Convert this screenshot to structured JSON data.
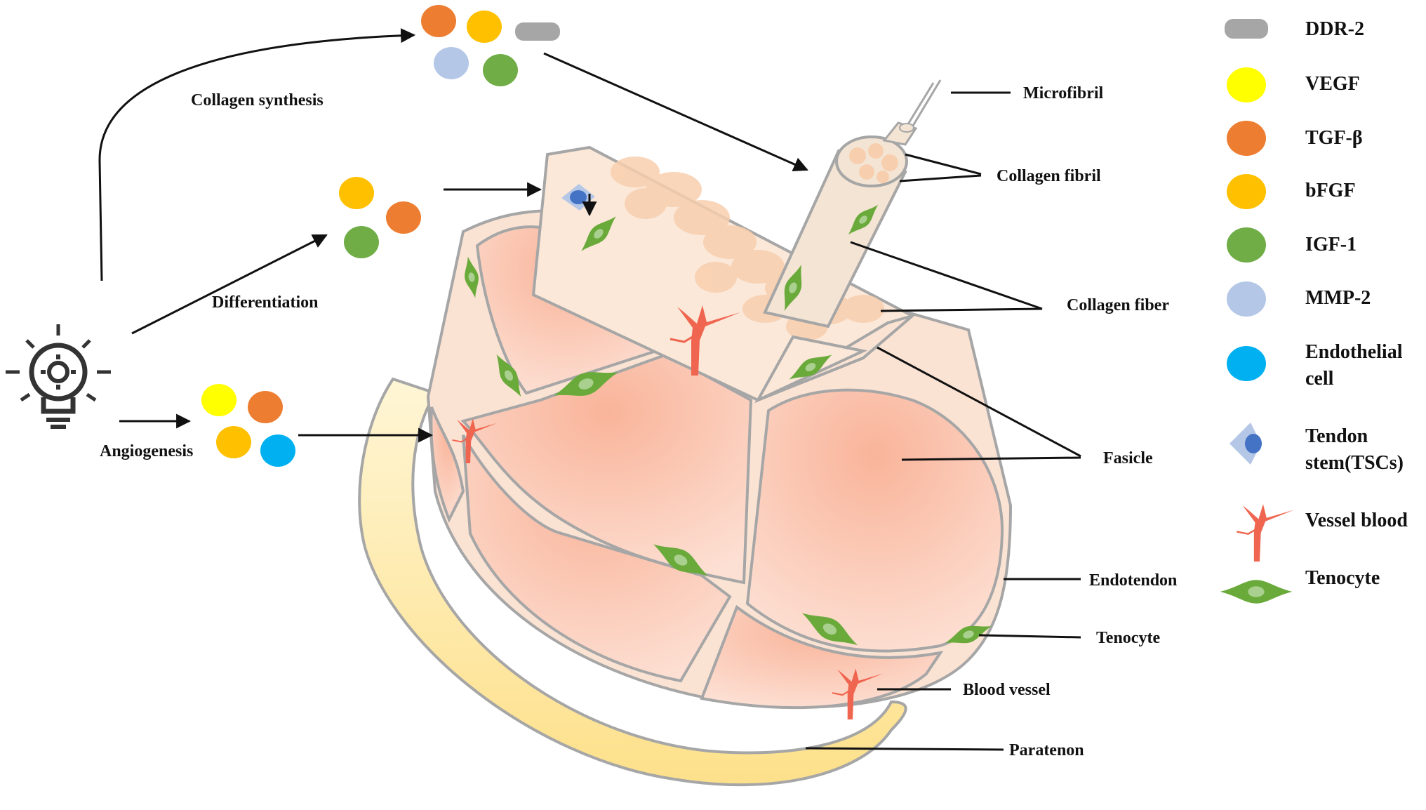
{
  "process_labels": {
    "collagen_synthesis": "Collagen synthesis",
    "differentiation": "Differentiation",
    "angiogenesis": "Angiogenesis"
  },
  "structure_labels": {
    "microfibril": "Microfibril",
    "collagen_fibril": "Collagen fibril",
    "collagen_fiber": "Collagen fiber",
    "fasicle": "Fasicle",
    "endotendon": "Endotendon",
    "tenocyte": "Tenocyte",
    "blood_vessel": "Blood vessel",
    "paratenon": "Paratenon"
  },
  "legend": {
    "items": [
      {
        "label": "DDR-2",
        "symbol": "pill",
        "color": "#a6a6a6"
      },
      {
        "label": "VEGF",
        "symbol": "circle",
        "color": "#ffff00"
      },
      {
        "label": "TGF-β",
        "symbol": "circle",
        "color": "#ed7d31"
      },
      {
        "label": "bFGF",
        "symbol": "circle",
        "color": "#ffc000"
      },
      {
        "label": "IGF-1",
        "symbol": "circle",
        "color": "#70ad47"
      },
      {
        "label": "MMP-2",
        "symbol": "circle",
        "color": "#b4c7e7"
      },
      {
        "label": "Endothelial",
        "label2": "cell",
        "symbol": "circle",
        "color": "#00b0f0"
      },
      {
        "label": "Tendon",
        "label2": "stem(TSCs)",
        "symbol": "stem-cell",
        "color": "#4472c4"
      },
      {
        "label": "Vessel blood",
        "symbol": "vessel",
        "color": "#f0654f"
      },
      {
        "label": "Tenocyte",
        "symbol": "tenocyte",
        "color": "#6aaa3a"
      }
    ]
  },
  "colors": {
    "fascicle_fill": "#fbc9b5",
    "fascicle_light": "#fde2d6",
    "sheath": "#fbe8d8",
    "paratenon": "#fde9a6",
    "fibril": "#f8cfae",
    "outline": "#a6a6a6",
    "vessel": "#f0654f",
    "tenocyte": "#6aaa3a"
  }
}
